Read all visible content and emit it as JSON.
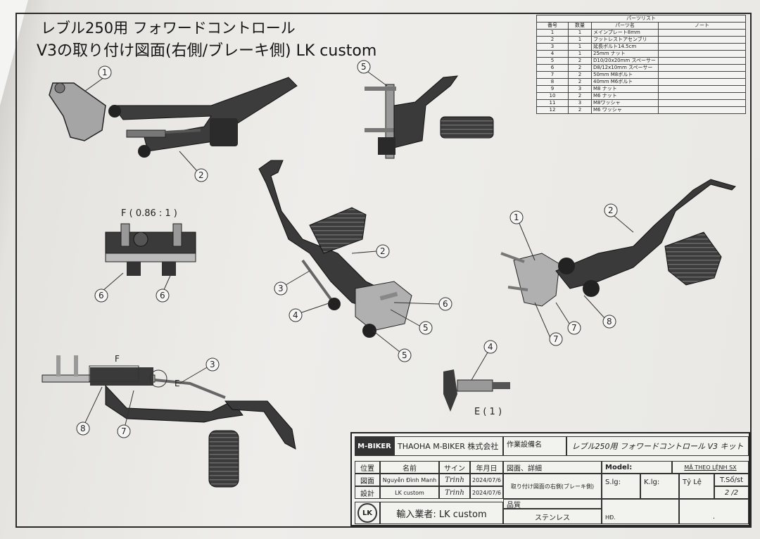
{
  "title": {
    "line1": "レブル250用 フォワードコントロール",
    "line2": "V3の取り付け図面(右側/ブレーキ側) LK  custom"
  },
  "parts_list": {
    "caption": "パーツリスト",
    "headers": [
      "番号",
      "数量",
      "パーツ名",
      "ノート"
    ],
    "rows": [
      [
        "1",
        "1",
        "メインプレート8mm",
        ""
      ],
      [
        "2",
        "1",
        "フットレストアセンブリ",
        ""
      ],
      [
        "3",
        "1",
        "延長ボルト14.5cm",
        ""
      ],
      [
        "4",
        "1",
        "25mm ナット",
        ""
      ],
      [
        "5",
        "2",
        "D10/20x20mm スペーサー",
        ""
      ],
      [
        "6",
        "2",
        "D8/12x10mm スペーサー",
        ""
      ],
      [
        "7",
        "2",
        "50mm M8ボルト",
        ""
      ],
      [
        "8",
        "2",
        "40mm M6ボルト",
        ""
      ],
      [
        "9",
        "3",
        "M8 ナット",
        ""
      ],
      [
        "10",
        "2",
        "M6 ナット",
        ""
      ],
      [
        "11",
        "3",
        "M8ワッシャ",
        ""
      ],
      [
        "12",
        "2",
        "M6 ワッシャ",
        ""
      ]
    ]
  },
  "views": {
    "detail_f_label": "F ( 0.86 : 1 )",
    "detail_e_label": "E ( 1 )",
    "f_mark": "F",
    "e_mark": "E"
  },
  "balloons": {
    "tl_1": "1",
    "tl_2": "2",
    "tm_5": "5",
    "f_6a": "6",
    "f_6b": "6",
    "c_2": "2",
    "c_3": "3",
    "c_4": "4",
    "c_6": "6",
    "c_5a": "5",
    "c_5b": "5",
    "r_1": "1",
    "r_2": "2",
    "r_7a": "7",
    "r_7b": "7",
    "r_8": "8",
    "bl_3": "3",
    "bl_8": "8",
    "bl_7": "7",
    "e_4": "4"
  },
  "title_block": {
    "logo": "M-BIKER",
    "company": "THAOHA M-BIKER 株式会社",
    "equipment_label": "作業設備名",
    "equipment_value": "レブル250用  フォワードコントロール V3  キット",
    "position_header": "位置",
    "name_header": "名前",
    "sign_header": "サイン",
    "date_header": "年月日",
    "row1_role": "図面",
    "row1_name": "Nguyễn Đình Manh",
    "row1_date": "2024/07/6",
    "row2_role": "設計",
    "row2_name": "LK custom",
    "row2_date": "2024/07/6",
    "drawing_label": "図面、詳細",
    "drawing_value": "取り付け図面の右側(ブレーキ側)",
    "model_label": "Model:",
    "order_label": "MÃ THEO LỆNH SX",
    "slg": "S.lg:",
    "klg": "K.lg:",
    "tyle": "Tỷ Lệ",
    "tso": "T.Số/st",
    "sheet": "2 /2",
    "hd": "HĐ.",
    "hd_dot": ".",
    "material_label": "品質",
    "material_value": "ステンレス",
    "lk_logo": "LK",
    "importer": "輸入業者: LK custom",
    "signature1": "Trinh",
    "signature2": "Trinh"
  },
  "colors": {
    "ink": "#222222",
    "metal_dark": "#3a3a3a",
    "metal_light": "#9a9a9a",
    "paper": "#eeedea"
  }
}
